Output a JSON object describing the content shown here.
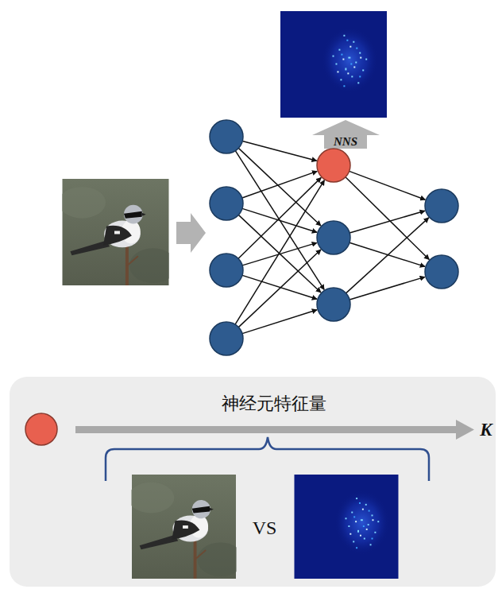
{
  "diagram": {
    "labels": [
      "NNS",
      "神经元特征量",
      "K",
      "VS"
    ]
  }
}
